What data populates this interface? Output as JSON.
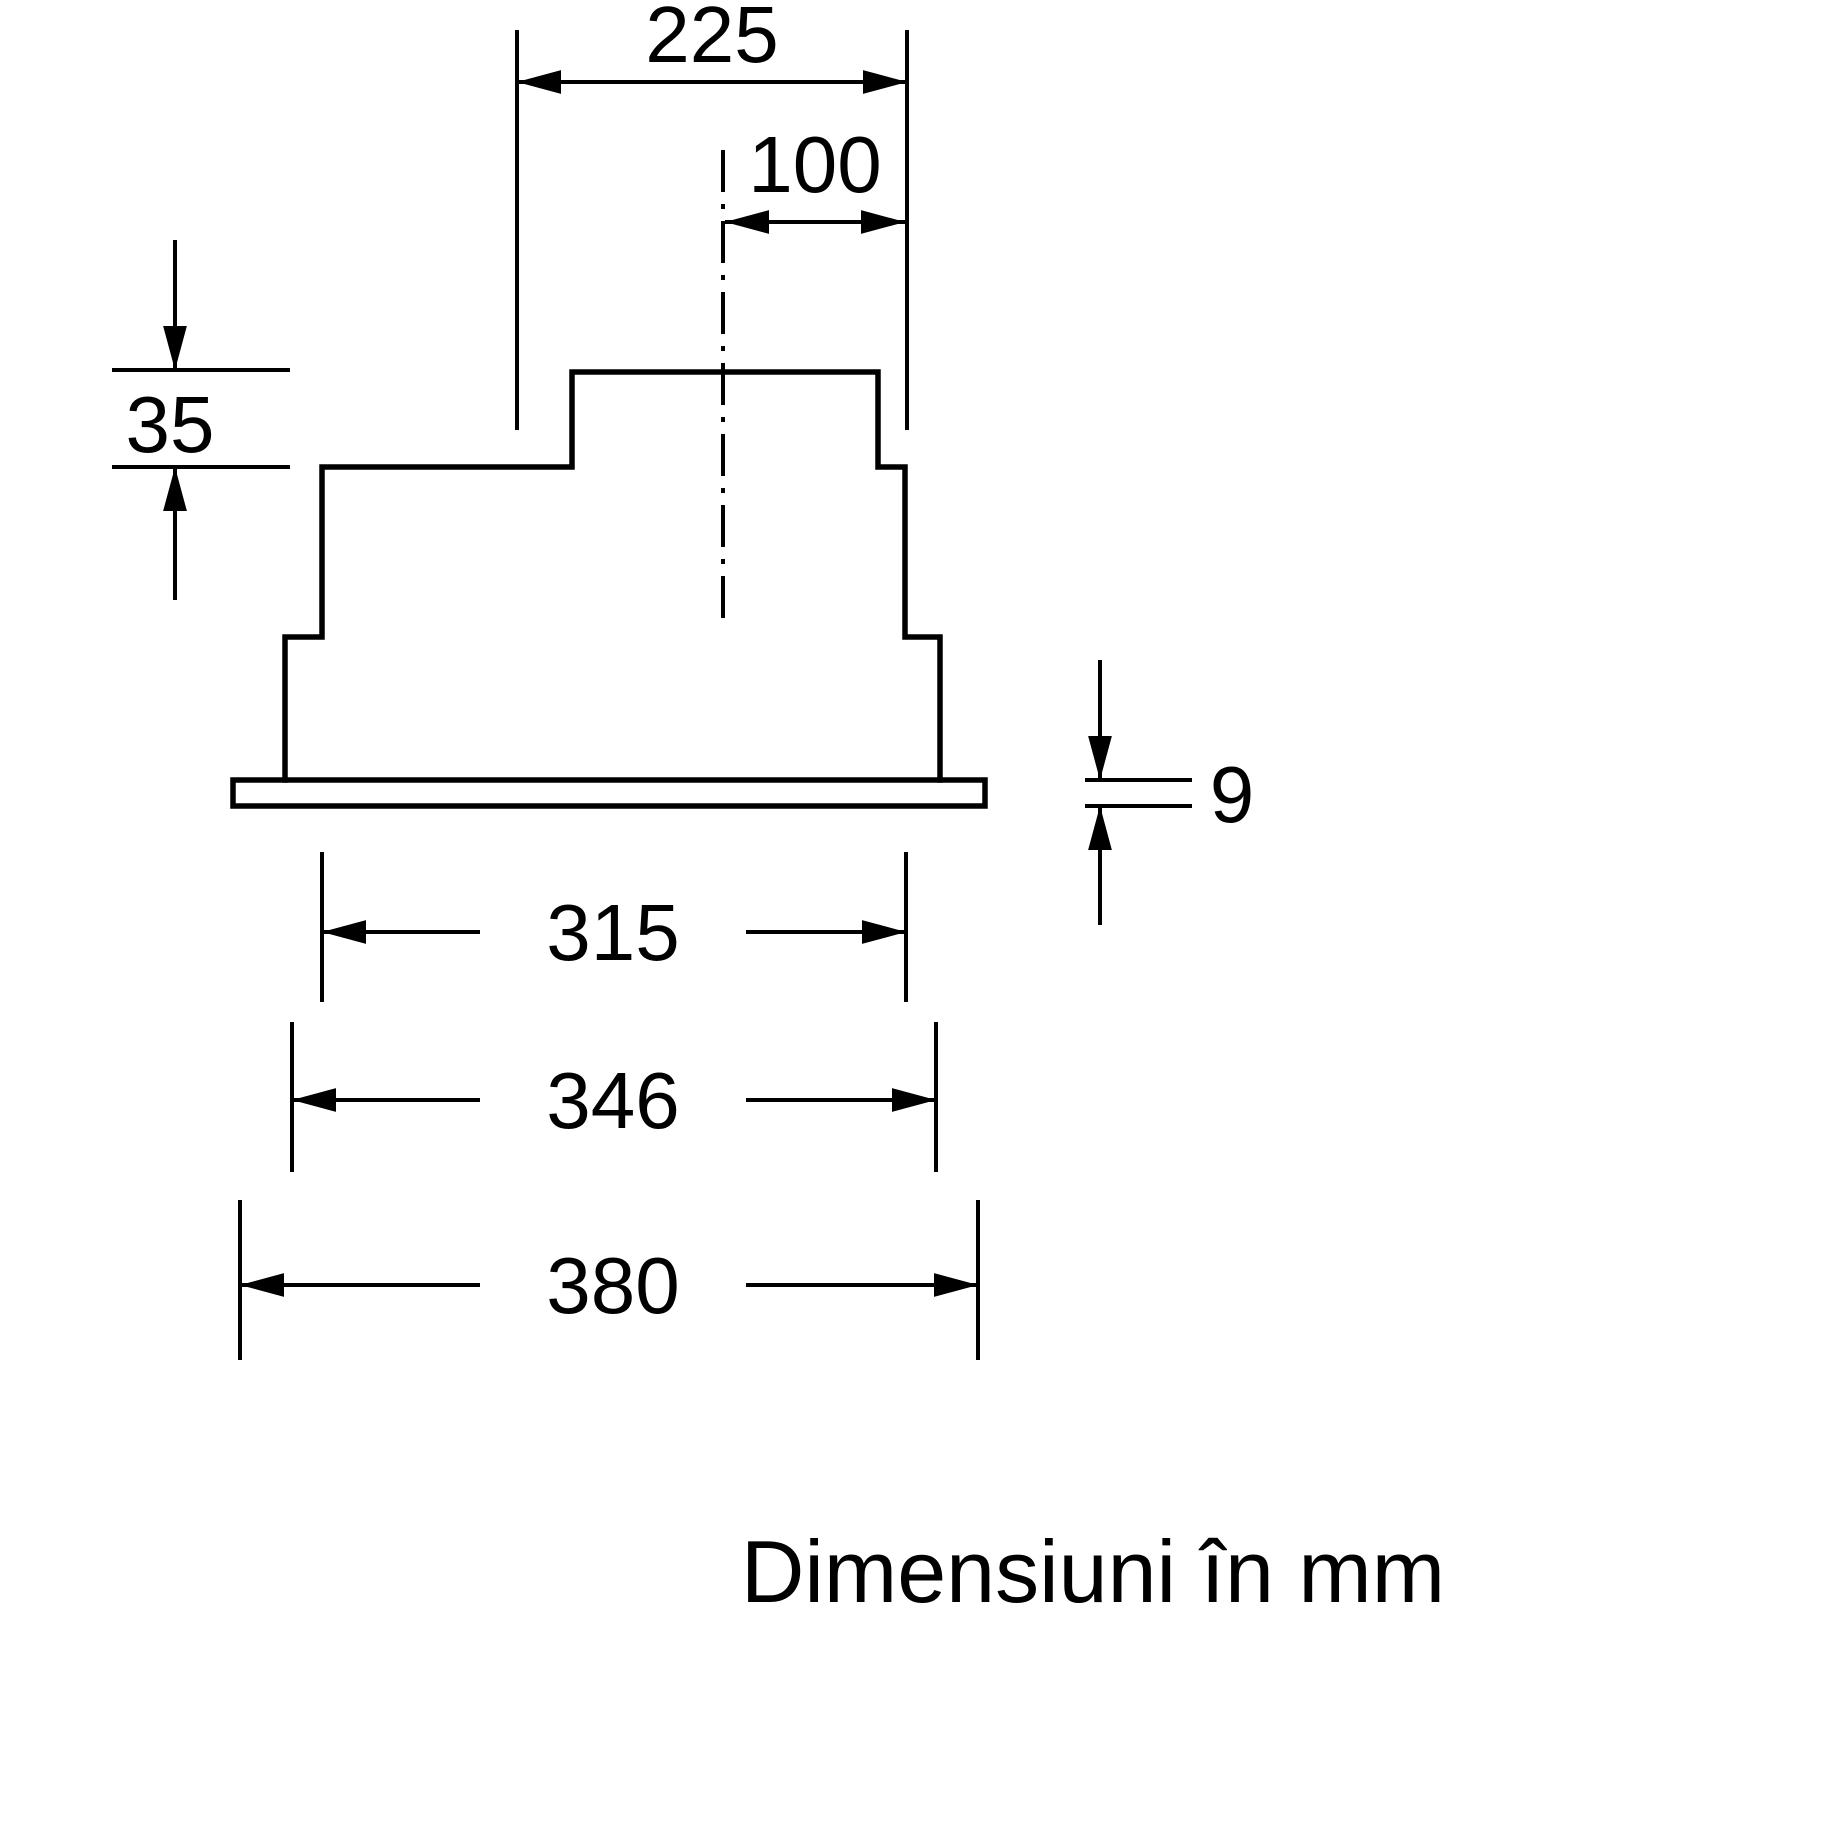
{
  "diagram": {
    "type": "technical-drawing",
    "unit": "mm",
    "caption": "Dimensiuni în mm",
    "dims": {
      "d225": "225",
      "d100": "100",
      "d35": "35",
      "d9": "9",
      "d315": "315",
      "d346": "346",
      "d380": "380"
    },
    "colors": {
      "line": "#000000",
      "background": "#ffffff"
    }
  }
}
